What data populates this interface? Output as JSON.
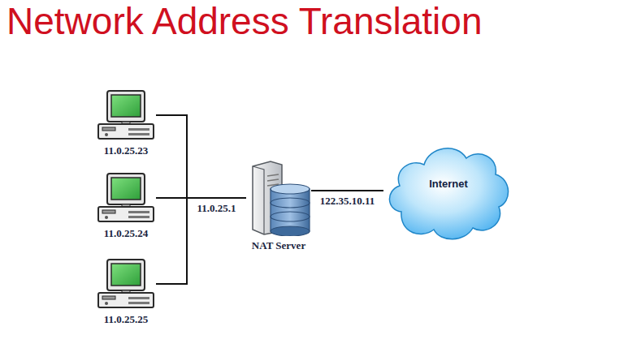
{
  "diagram": {
    "title": "Network Address Translation",
    "nodes": [
      {
        "text": [
          "11.0.25.23"
        ]
      },
      {
        "text": [
          "11.0.25.24"
        ]
      },
      {
        "text": [
          "11.0.25.25"
        ]
      },
      {
        "text": [
          "NAT Server"
        ]
      },
      {
        "text": [
          "Internet"
        ]
      }
    ],
    "edges": [
      {
        "from": 0,
        "to": 3,
        "arrow": "none"
      },
      {
        "from": 1,
        "to": 3,
        "label": "11.0.25.1",
        "arrow": "none"
      },
      {
        "from": 2,
        "to": 3,
        "arrow": "none"
      },
      {
        "from": 3,
        "to": 4,
        "label": "122.35.10.11",
        "arrow": "none"
      }
    ]
  }
}
